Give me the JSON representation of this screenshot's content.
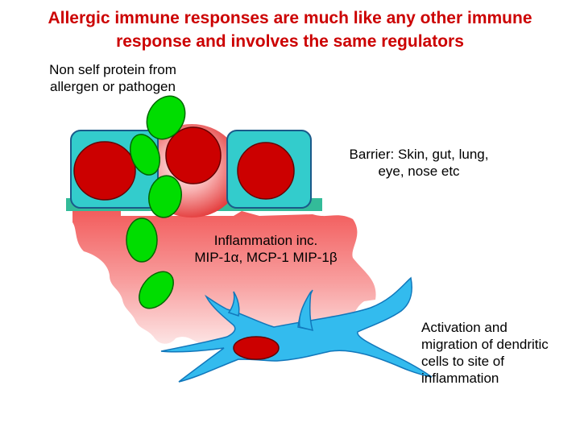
{
  "title": {
    "line1": "Allergic immune responses are much like any other immune",
    "line2": "response and involves the same regulators"
  },
  "labels": {
    "allergen": {
      "line1": "Non self protein from",
      "line2": "allergen or pathogen"
    },
    "barrier": {
      "line1": "Barrier: Skin, gut, lung,",
      "line2": "eye, nose etc"
    },
    "inflammation": {
      "line1": "Inflammation inc.",
      "line2": "MIP-1α, MCP-1 MIP-1β"
    },
    "dendritic": {
      "line1": "Activation and",
      "line2": "migration of dendritic",
      "line3": "cells to site of",
      "line4": "inflammation"
    }
  },
  "colors": {
    "title": "#cc0000",
    "epithelial_cell": "#33cccc",
    "nucleus": "#cc0000",
    "antigen": "#00dd00",
    "dendritic_cell": "#33bbee",
    "barrier_strip": "#33bb99"
  }
}
